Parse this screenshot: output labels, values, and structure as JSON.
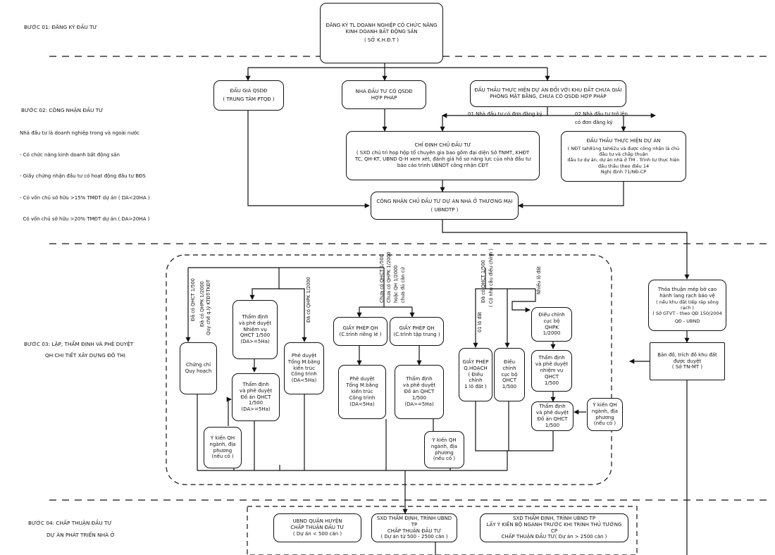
{
  "steps": {
    "s1": "BƯỚC 01: ĐĂNG KÝ ĐẦU TƯ",
    "s2": {
      "title": "BƯỚC 02: CÔNG NHẬN ĐẦU TƯ",
      "lines": [
        "Nhà đầu tư là doanh nghiệp trong và ngoài nước",
        "- Có chức năng kinh doanh bất động sản",
        "- Giấy chứng nhận đầu tư có hoạt động đầu tư BĐS",
        "- Có vốn chủ sở hữu >15% TMĐT dự án ( DA<20HA )",
        "  Có vốn chủ sở hữu >20% TMĐT dự án ( DA>20HA )"
      ]
    },
    "s3": {
      "line1": "BƯỚC 03: LẬP, THẨM ĐỊNH VÀ PHÊ DUYỆT",
      "line2": "QH CHI TIẾT XÂY DỰNG ĐÔ THỊ"
    },
    "s4": {
      "line1": "BƯỚC 04: CHẤP THUẬN ĐẦU TƯ",
      "line2": "DỰ ÁN PHÁT TRIỂN NHÀ Ở"
    }
  },
  "boxes": {
    "register": [
      "ĐĂNG KÝ TL DOANH NGHIỆP CÓ CHỨC NĂNG",
      "KINH DOANH BẤT ĐỘNG SẢN",
      "( SỞ K.H.Đ.T )"
    ],
    "auction": [
      "ĐẤU GIÁ QSDĐ",
      "( TRUNG TÂM PTQĐ )"
    ],
    "investor_land": [
      "NHÀ ĐẦU TƯ CÓ QSDĐ",
      "HỢP PHÁP"
    ],
    "bidding": [
      "ĐẤU THẦU THỰC HIỆN DỰ ÁN ĐỐI VỚI KHU ĐẤT CHƯA GIẢI",
      "PHÓNG MẶT BẰNG, CHƯA CÓ QSDĐ HỢP PHÁP"
    ],
    "designate": [
      "CHỈ ĐỊNH CHỦ ĐẦU TƯ",
      "( SXD chủ trì họp hộp tổ chuyên gia bao gồm đại diện Sở TNMT, KHĐT",
      "TC, QH-KT, UBND Q-H xem xét, đánh giá hồ sơ năng lực của nhà đầu tư",
      "báo cáo trình UBNDT công nhận  CĐT"
    ],
    "bid_project": [
      "ĐẤU THẦU THỰC HIỆN DỰ ÁN",
      "( NĐT tah81ng tah62u và được công nhận là chủ đầu tư và chấp thuận",
      "đầu tư dự án, dự án nhà ở TM . Trình tự thực hiện đấu thầu theo điều 14",
      "Nghị định 71/NĐ-CP"
    ],
    "recognize": [
      "CÔNG NHẬN CHỦ ĐẦU TƯ DỰ ÁN NHÀ Ở THƯƠNG MẠI",
      "( UBNDTP )"
    ],
    "agreement": [
      "Thỏa thuận mép bờ cao",
      "hành lang rạch bảo vệ",
      "( nếu khu đất tiếp ráp sông rạch )",
      "( Sở GTVT - theo QĐ 150/2004",
      "QĐ - UBND"
    ],
    "map": [
      "Bản đồ, trích đồ khu đất",
      "được duyệt",
      "( Sở TN-MT )"
    ],
    "cert_plan": [
      "Chứng chỉ",
      "Quy hoạch"
    ],
    "appraise_task": [
      "Thẩm định",
      "và phê duyệt",
      "Nhiệm vụ",
      "QHCT 1/500",
      "(DA>=5Ha)"
    ],
    "approve_master": [
      "Phê duyệt",
      "Tổng M.bằng",
      "kiến trúc",
      "Công trình",
      "(DA<5Ha)"
    ],
    "appraise_plan": [
      "Thẩm định",
      "và phê duyệt",
      "Đồ án QHCT 1/500",
      "(DA>=5Ha)"
    ],
    "opinion1": [
      "Ý kiến QH",
      "ngành, địa",
      "phương",
      "(nếu có )"
    ],
    "permit_single": [
      "GIẤY PHÉP QH",
      "(C.trình riêng lẻ )"
    ],
    "permit_group": [
      "GIẤY PHÉP QH",
      "(C.trình tập trung )"
    ],
    "approve_master2": [
      "Phê duyệt",
      "Tổng M.bằng",
      "kiến trúc",
      "Công trình",
      "(DA<5Ha)"
    ],
    "appraise_plan2": [
      "Thẩm định",
      "và phê duyệt",
      "Đồ án  QHCT",
      "1/500",
      "(DA>=5Ha)"
    ],
    "opinion2": [
      "Ý kiến QH",
      "ngành, địa",
      "phương",
      "(nếu có )"
    ],
    "permit_adjust": [
      "GIẤY PHÉP",
      "Q.HOẠCH",
      "( Điều chỉnh",
      "1 lô đất )"
    ],
    "adjust_local": [
      "Điều chỉnh",
      "cục bộ",
      "QHCT",
      "1/500"
    ],
    "adjust_qhpk": [
      "Điều chỉnh",
      "cục bộ",
      "QHPK",
      "1/2000"
    ],
    "appraise_task3": [
      "Thẩm định",
      "và phê duyệt",
      "nhiệm vụ QHCT",
      "1/500"
    ],
    "appraise_plan3": [
      "Thẩm định",
      "và phê duyệt",
      "Đồ án  QHCT",
      "1/500"
    ],
    "opinion3": [
      "Ý kiến QH",
      "ngành, địa",
      "phương",
      "(nếu có )"
    ],
    "district": [
      "UBND QUẬN HUYỆN",
      "CHẤP THUẬN ĐẦU TƯ",
      "( Dự án < 500 căn )"
    ],
    "sxd_city": [
      "SXD THẨM ĐỊNH, TRÌNH UBND TP",
      "CHẤP THUẬN ĐẦU TƯ",
      "( Dự án từ 500 - 2500 căn )"
    ],
    "sxd_pm": [
      "SXD THẨM ĐỊNH, TRÌNH UBND TP",
      "LẤY Ý KIẾN BỘ NGÀNH TRƯỚC KHI TRÌNH THỦ TƯỚNG CP",
      "CHẤP THUẬN ĐẦU TƯ( Dự án > 2500 căn )"
    ]
  },
  "branch_labels": {
    "b01": "01 Nhà đầu tư có đơn đăng ký",
    "b02a": "02 Nhà đầu tư trở lên",
    "b02b": "có đơn đăng ký"
  },
  "vertical_labels": {
    "v1": "Đã có QHCT 1/500",
    "v2": "Đã có QHPK 1/2000",
    "v3": "Quy chế q.lý KTĐT-TKĐT",
    "v4": "Đã có QHPK 1/2000",
    "v5": "Chưa có QHCT 1/500",
    "v6": "Chưa có QHPK 1/2000",
    "v7": "hoặc QH 1/2000",
    "v8": "chưa đủ căn cứ",
    "v9": "01 lô đất",
    "v10": "Đã có QHCT 1/500",
    "v11": "( Có nhu cầu điều chỉnh )",
    "v12": "Nhiều lô đất"
  }
}
